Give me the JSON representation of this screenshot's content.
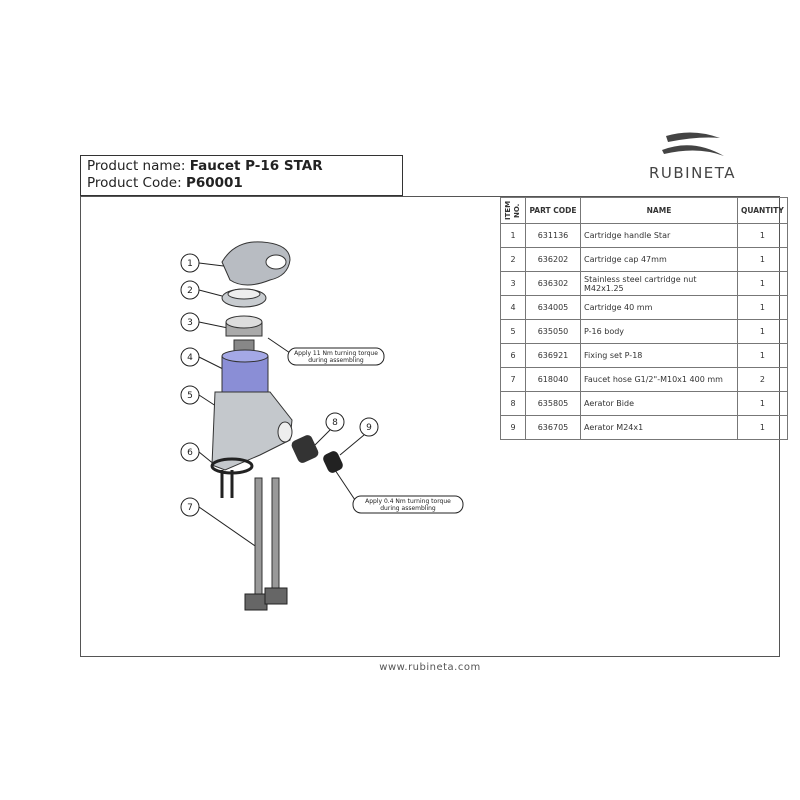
{
  "header": {
    "name_label": "Product name:",
    "name_value": "Faucet P-16 STAR",
    "code_label": "Product Code:",
    "code_value": "P60001"
  },
  "logo": {
    "text": "RUBINETA"
  },
  "table": {
    "headers": {
      "item": "ITEM NO.",
      "code": "PART CODE",
      "name": "NAME",
      "qty": "QUANTITY"
    },
    "rows": [
      {
        "item": "1",
        "code": "631136",
        "name": "Cartridge handle Star",
        "qty": "1"
      },
      {
        "item": "2",
        "code": "636202",
        "name": "Cartridge cap 47mm",
        "qty": "1"
      },
      {
        "item": "3",
        "code": "636302",
        "name": "Stainless steel cartridge nut M42x1.25",
        "qty": "1"
      },
      {
        "item": "4",
        "code": "634005",
        "name": "Cartridge 40 mm",
        "qty": "1"
      },
      {
        "item": "5",
        "code": "635050",
        "name": "P-16  body",
        "qty": "1"
      },
      {
        "item": "6",
        "code": "636921",
        "name": "Fixing  set  P-18",
        "qty": "1"
      },
      {
        "item": "7",
        "code": "618040",
        "name": "Faucet hose G1/2\"-M10x1 400 mm",
        "qty": "2"
      },
      {
        "item": "8",
        "code": "635805",
        "name": "Aerator  Bide",
        "qty": "1"
      },
      {
        "item": "9",
        "code": "636705",
        "name": "Aerator  M24x1",
        "qty": "1"
      }
    ]
  },
  "notes": {
    "n1_line1": "Apply 11 Nm turning torque",
    "n1_line2": "during assembling",
    "n2_line1": "Apply 0.4 Nm turning torque",
    "n2_line2": "during assembling"
  },
  "callouts": [
    "1",
    "2",
    "3",
    "4",
    "5",
    "6",
    "7",
    "8",
    "9"
  ],
  "footer": "www.rubineta.com"
}
